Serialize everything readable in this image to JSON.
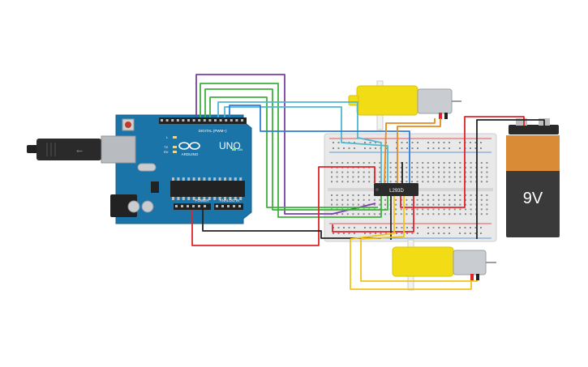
{
  "arduino": {
    "board_model": "UNO",
    "brand_text": "ARDUINO",
    "digital_header_label": "DIGITAL (PWM~)",
    "power_header_label": "POWER",
    "analog_header_label": "ANALOG IN",
    "on_led_label": "ON",
    "tx_label": "TX",
    "rx_label": "RX",
    "l_led_label": "L"
  },
  "driver_chip": {
    "label": "L293D"
  },
  "battery": {
    "label": "9V"
  },
  "colors": {
    "board": "#1b74a8",
    "breadboard": "#e9e9e9",
    "motor_body": "#f2dc16",
    "battery_body": "#3a3a3a",
    "battery_cap": "#d98b35",
    "wire_red": "#e0242a",
    "wire_black": "#222222",
    "wire_green": "#3cb13c",
    "wire_purple": "#7b3fa8",
    "wire_cyan": "#4fb8d0",
    "wire_blue": "#2e7fd6",
    "wire_orange": "#e58a1f",
    "wire_yellow": "#f0c419"
  }
}
